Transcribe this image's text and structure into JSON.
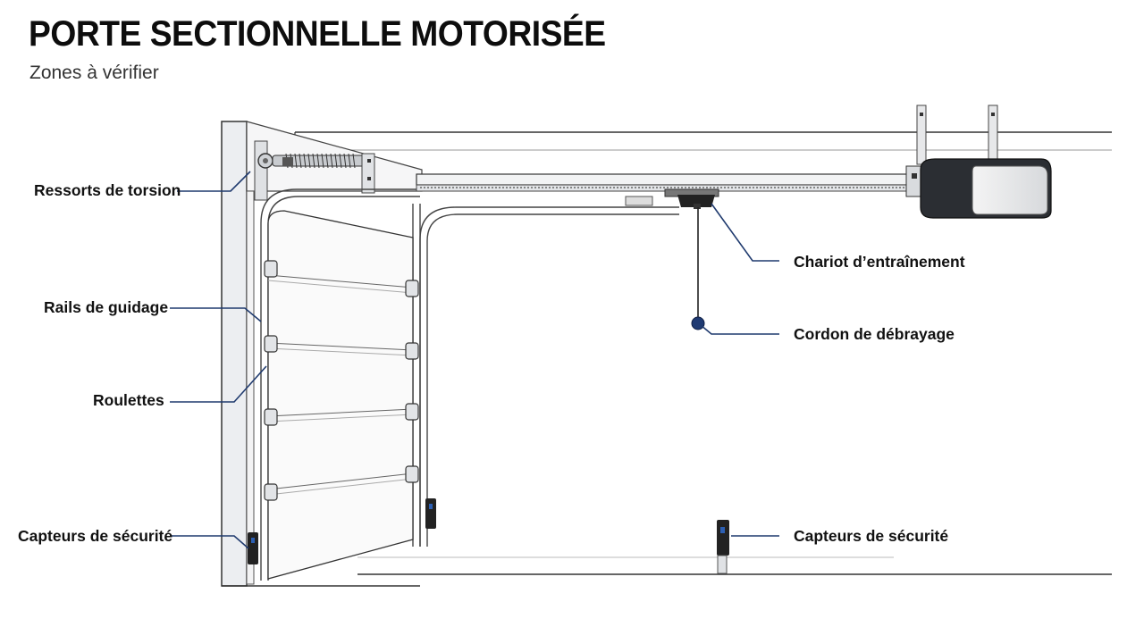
{
  "header": {
    "title": "PORTE SECTIONNELLE MOTORISÉE",
    "subtitle": "Zones à vérifier"
  },
  "labels": {
    "ressorts": "Ressorts de torsion",
    "rails": "Rails de guidage",
    "roulettes": "Roulettes",
    "capteurs_left": "Capteurs de sécurité",
    "chariot": "Chariot d’entraînement",
    "cordon": "Cordon de débrayage",
    "capteurs_right": "Capteurs de sécurité"
  },
  "colors": {
    "callout_line": "#1f3a6e",
    "cord_knob": "#1f3a73",
    "motor_body": "#2b2e33",
    "outline": "#2a2a2a",
    "wall": "#f1f2f4"
  }
}
